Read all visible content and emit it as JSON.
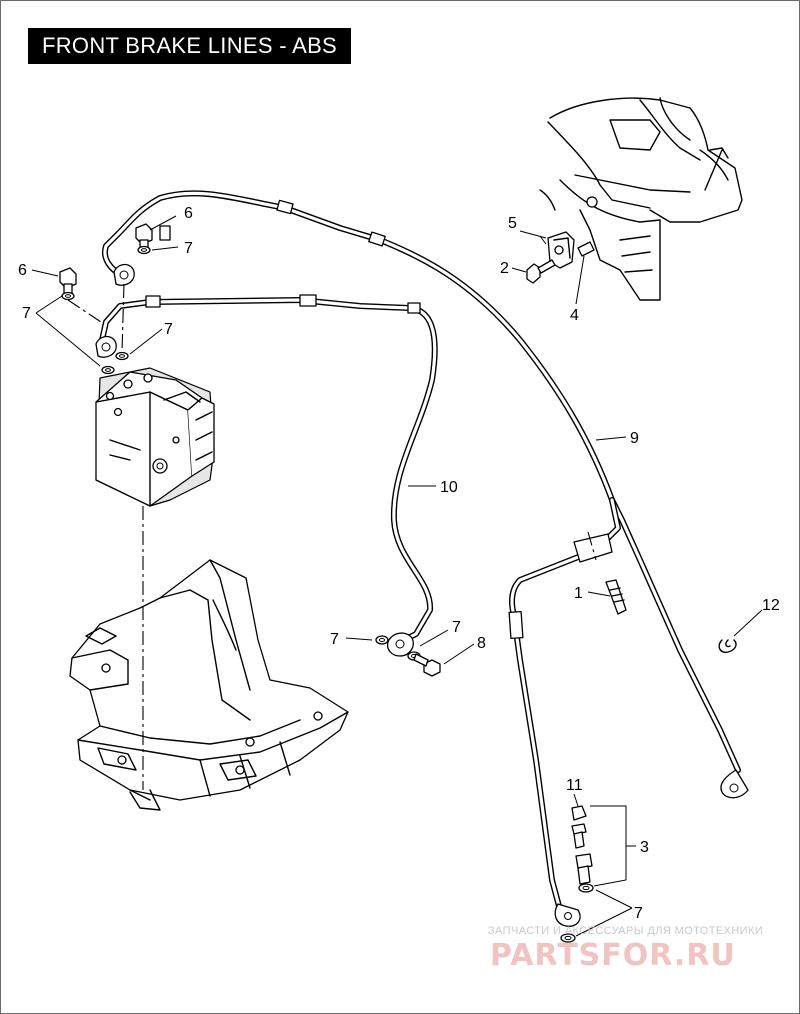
{
  "title": "FRONT BRAKE LINES - ABS",
  "callouts": {
    "c1": "1",
    "c2": "2",
    "c3": "3",
    "c4": "4",
    "c5": "5",
    "c6a": "6",
    "c6b": "6",
    "c7a": "7",
    "c7b": "7",
    "c7c": "7",
    "c7d": "7",
    "c7e": "7",
    "c7f": "7",
    "c8": "8",
    "c9": "9",
    "c10": "10",
    "c11": "11",
    "c12": "12"
  },
  "watermark": {
    "tagline": "ЗАПЧАСТИ И АКСЕССУАРЫ ДЛЯ МОТОТЕХНИКИ",
    "logo": "PARTSFOR.RU"
  }
}
